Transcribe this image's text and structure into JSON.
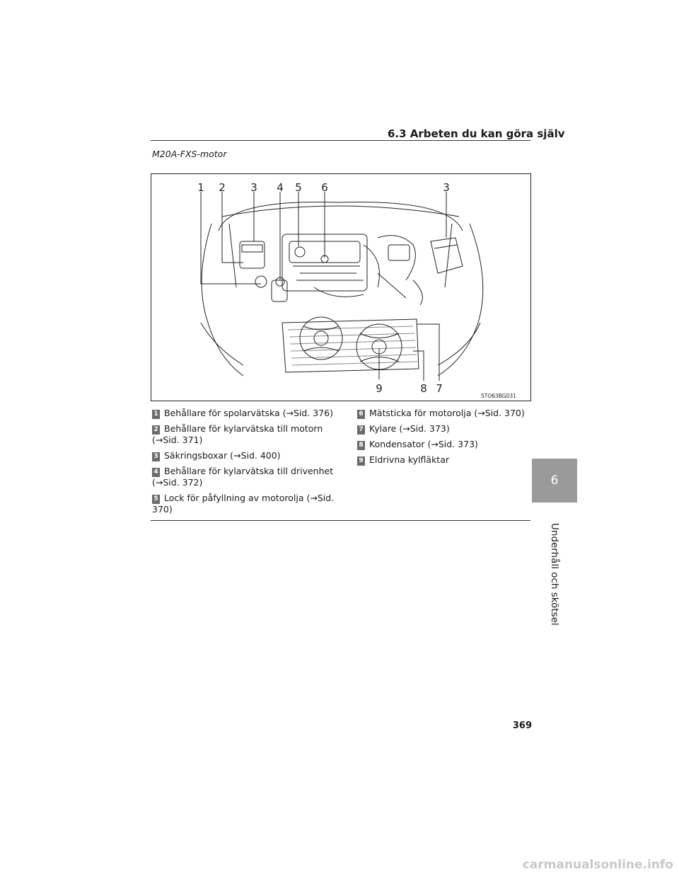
{
  "header": {
    "section_title": "6.3 Arbeten du kan göra själv"
  },
  "engine_label": "M20A-FXS-motor",
  "figure": {
    "callouts": [
      "1",
      "2",
      "3",
      "4",
      "5",
      "6",
      "3",
      "9",
      "8",
      "7"
    ],
    "code": "STO63BG031"
  },
  "legend": [
    {
      "num": "1",
      "text": "Behållare för spolarvätska (→Sid. 376)"
    },
    {
      "num": "2",
      "text": "Behållare för kylarvätska till motorn (→Sid. 371)"
    },
    {
      "num": "3",
      "text": "Säkringsboxar (→Sid. 400)"
    },
    {
      "num": "4",
      "text": "Behållare för kylarvätska till drivenhet (→Sid. 372)"
    },
    {
      "num": "5",
      "text": "Lock för påfyllning av motorolja (→Sid. 370)"
    },
    {
      "num": "6",
      "text": "Mätsticka för motorolja (→Sid. 370)"
    },
    {
      "num": "7",
      "text": "Kylare (→Sid. 373)"
    },
    {
      "num": "8",
      "text": "Kondensator (→Sid. 373)"
    },
    {
      "num": "9",
      "text": "Eldrivna kylfläktar"
    }
  ],
  "chapter": {
    "number": "6",
    "name": "Underhåll och skötsel"
  },
  "page_number": "369",
  "watermark": "carmanualsonline.info"
}
